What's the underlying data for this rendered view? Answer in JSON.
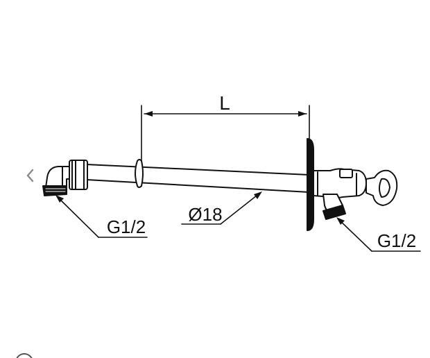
{
  "labels": {
    "length": "L",
    "diameter": "Ø18",
    "thread_left": "G1/2",
    "thread_right": "G1/2"
  },
  "icons": {
    "prev": "chevron-left-icon",
    "dot": "pagination-dot-icon"
  },
  "colors": {
    "line": "#111111",
    "chevron": "#8a8a8a"
  }
}
